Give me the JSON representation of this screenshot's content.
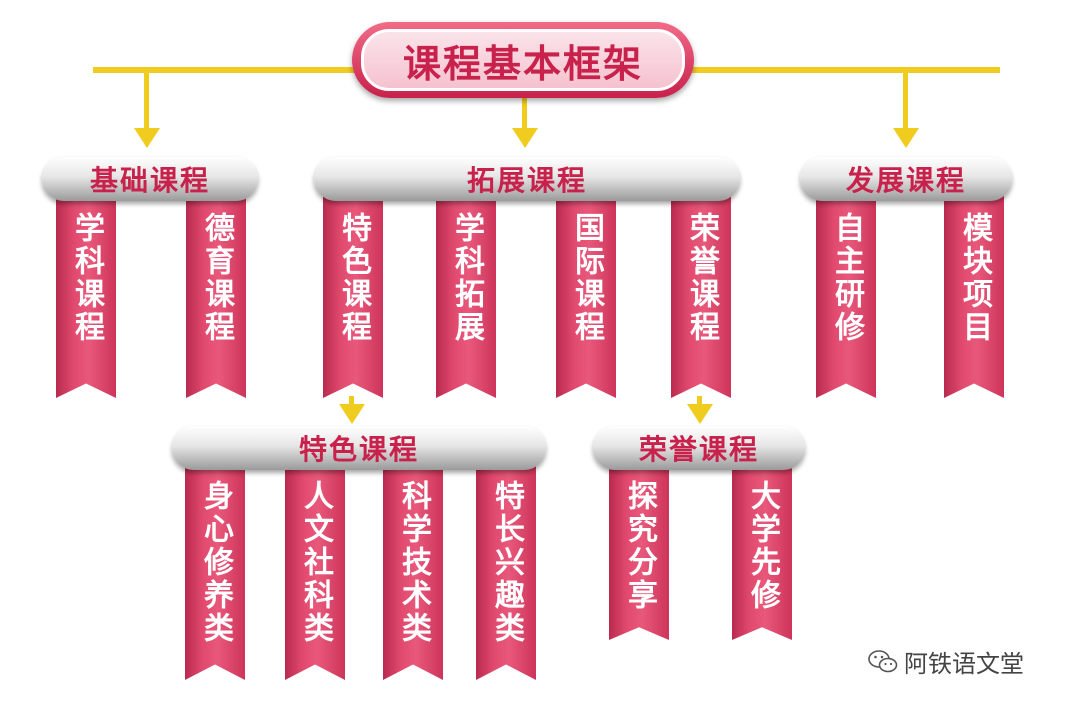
{
  "title": "课程基本框架",
  "level1": [
    {
      "label": "基础课程",
      "children": [
        "学科课程",
        "德育课程"
      ]
    },
    {
      "label": "拓展课程",
      "children": [
        "特色课程",
        "学科拓展",
        "国际课程",
        "荣誉课程"
      ]
    },
    {
      "label": "发展课程",
      "children": [
        "自主研修",
        "模块项目"
      ]
    }
  ],
  "level2": [
    {
      "label": "特色课程",
      "children": [
        "身心修养类",
        "人文社科类",
        "科学技术类",
        "特长兴趣类"
      ]
    },
    {
      "label": "荣誉课程",
      "children": [
        "探究分享",
        "大学先修"
      ]
    }
  ],
  "colors": {
    "accent": "#c8214b",
    "connector": "#f0cc1e",
    "ribbon": "#e14a6e"
  },
  "watermark": {
    "icon": "wechat-icon",
    "text": "阿铁语文堂"
  }
}
